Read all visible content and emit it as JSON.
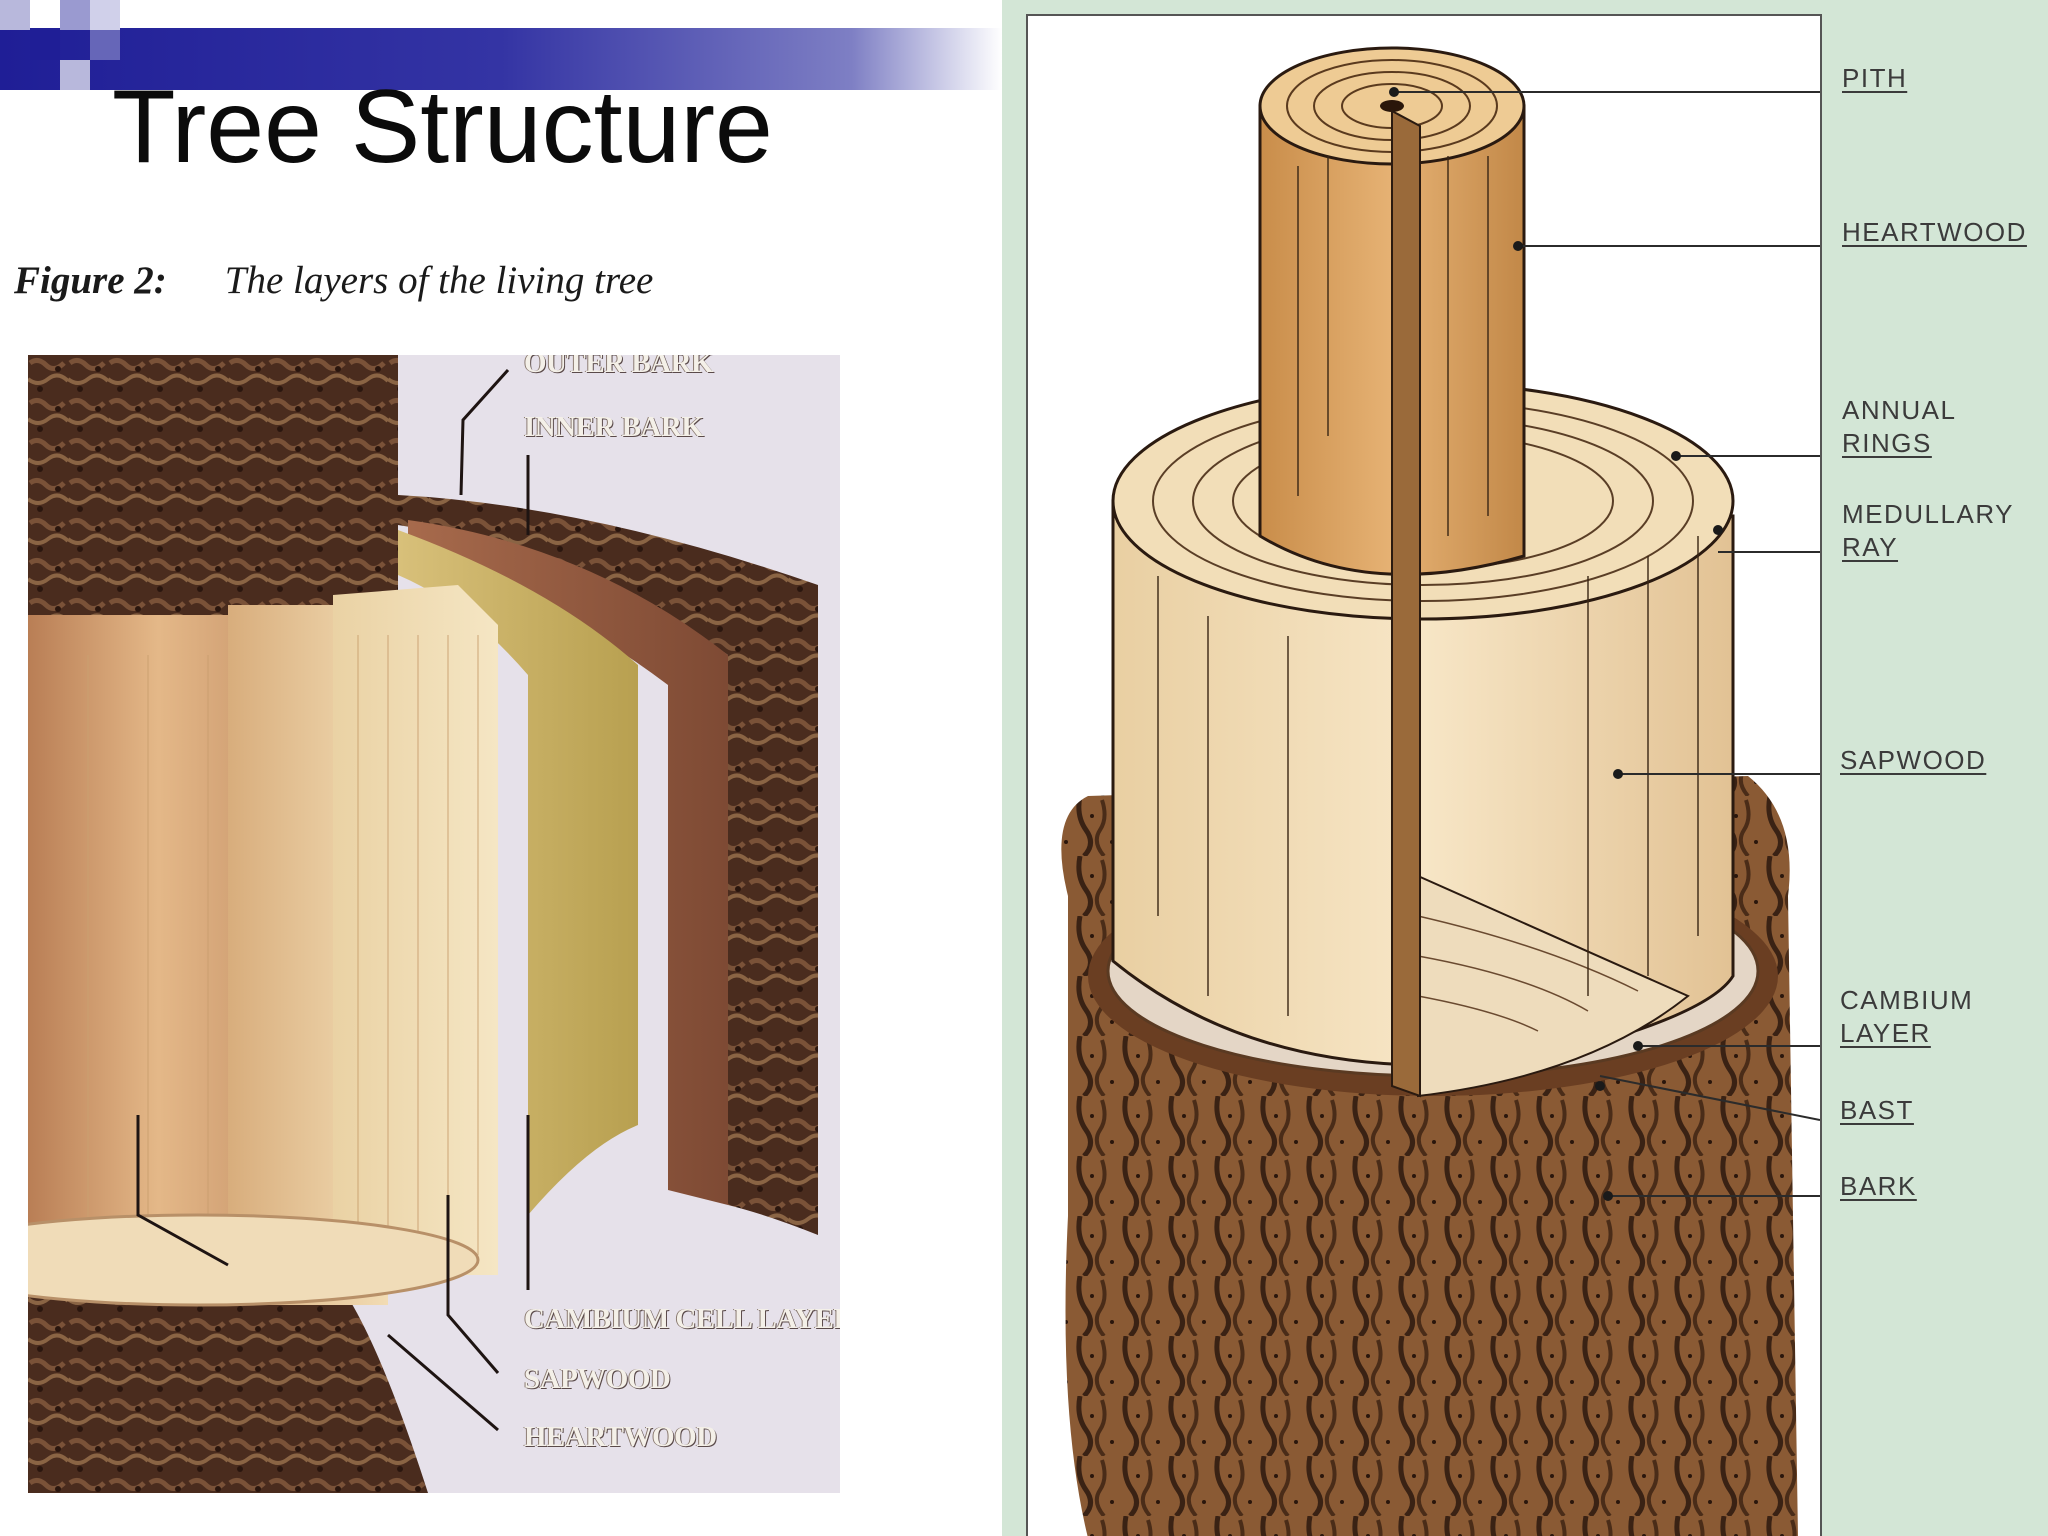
{
  "slide": {
    "title": "Tree Structure"
  },
  "figure_caption": {
    "number": "Figure 2:",
    "text": "The layers of the living tree"
  },
  "left_diagram": {
    "labels": {
      "outer_bark": "OUTER BARK",
      "inner_bark": "INNER BARK",
      "cambium_cell_layer": "CAMBIUM CELL LAYER",
      "sapwood": "SAPWOOD",
      "heartwood": "HEARTWOOD"
    }
  },
  "right_diagram": {
    "labels": {
      "pith": "PITH",
      "heartwood": "HEARTWOOD",
      "annual_rings": [
        "ANNUAL",
        "RINGS"
      ],
      "medullary_ray": [
        "MEDULLARY",
        "RAY"
      ],
      "sapwood": "SAPWOOD",
      "cambium_layer": [
        "CAMBIUM",
        "LAYER"
      ],
      "bast": "BAST",
      "bark": "BARK"
    }
  },
  "colors": {
    "header_blue": "#1f1e96",
    "header_light": "#7e7fc4",
    "panel_green": "#d3e6d6",
    "bark_dark": "#4a2c1e",
    "wood_light": "#e6c493",
    "heartwood": "#d4a25c"
  }
}
